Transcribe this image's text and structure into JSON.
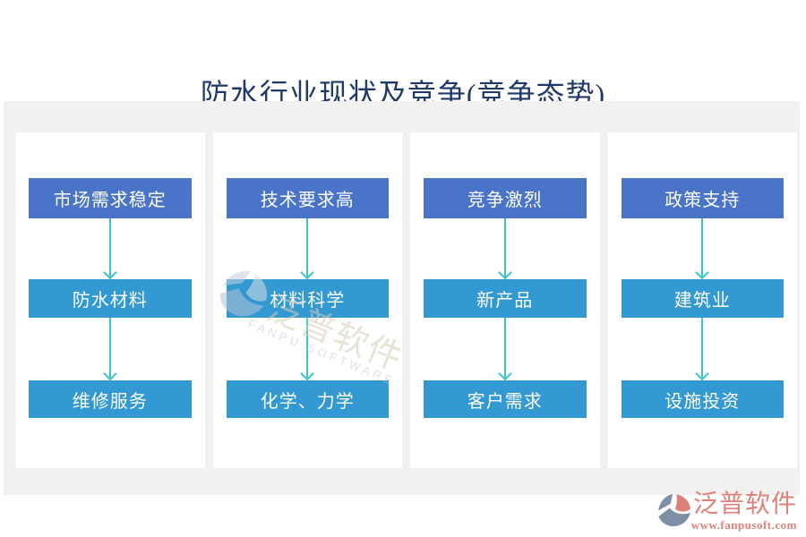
{
  "header": {
    "title": "防水行业现状及竞争(竞争态势)"
  },
  "diagram": {
    "columns": [
      {
        "steps": [
          "市场需求稳定",
          "防水材料",
          "维修服务"
        ]
      },
      {
        "steps": [
          "技术要求高",
          "材料科学",
          "化学、力学"
        ]
      },
      {
        "steps": [
          "竞争激烈",
          "新产品",
          "客户需求"
        ]
      },
      {
        "steps": [
          "政策支持",
          "建筑业",
          "设施投资"
        ]
      }
    ],
    "connector": "down-arrow"
  },
  "watermark": {
    "brand": "泛普软件",
    "brand_en": "FANPU SOFTWARE"
  },
  "footer": {
    "brand": "泛普软件",
    "url": "www.fanpusoft.com"
  },
  "colors": {
    "title_text": "#203A68",
    "panel_background": "#F1F1F1",
    "card_background": "#FFFFFF",
    "step_level1": "#4A74C8",
    "step_level2": "#3399D2",
    "arrow": "#3BC4C8",
    "brand_accent": "#E08078",
    "logo_gray": "#7E8EA4"
  }
}
